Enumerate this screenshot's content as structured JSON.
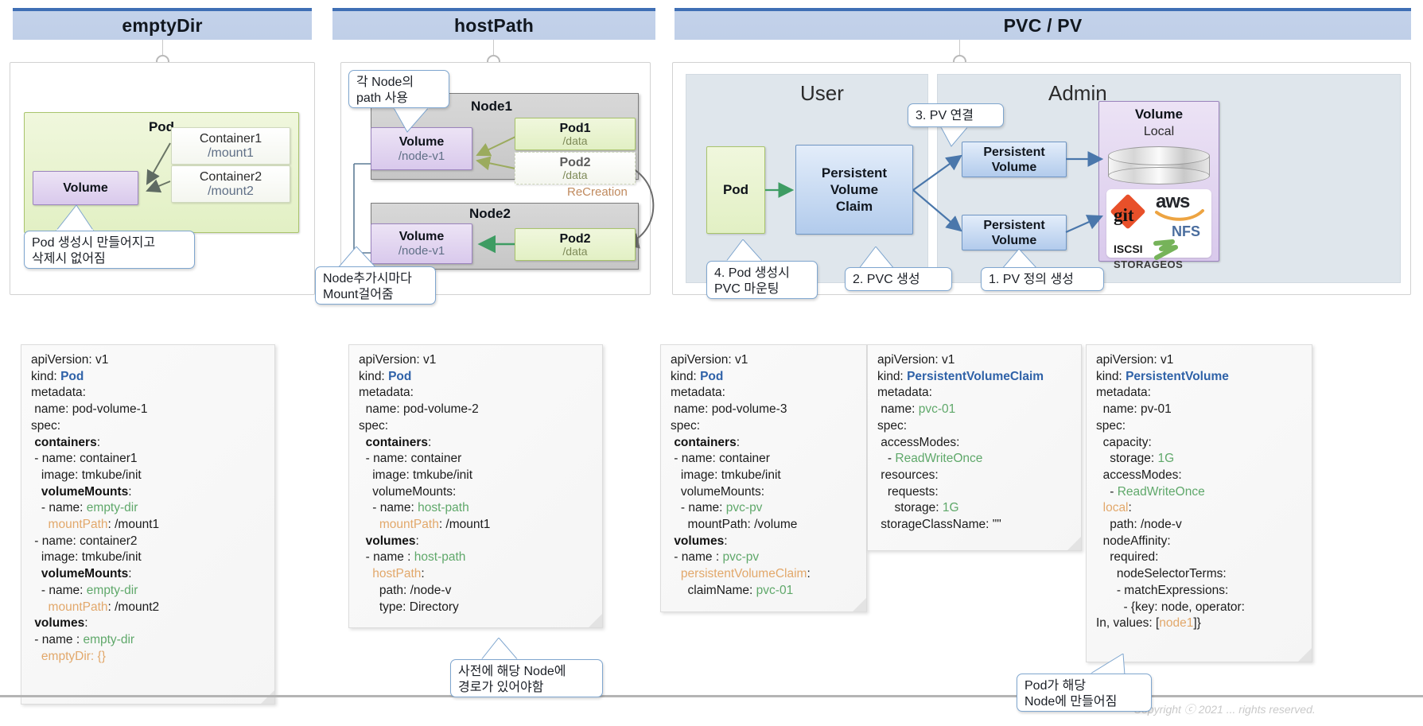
{
  "sections": [
    {
      "id": "emptydir",
      "title": "emptyDir"
    },
    {
      "id": "hostpath",
      "title": "hostPath"
    },
    {
      "id": "pvcpv",
      "title": "PVC / PV"
    }
  ],
  "emptydir": {
    "pod_label": "Pod",
    "volume_label": "Volume",
    "containers": [
      {
        "name": "Container1",
        "path": "/mount1"
      },
      {
        "name": "Container2",
        "path": "/mount2"
      }
    ],
    "callout": "Pod 생성시 만들어지고\n삭제시 없어짐"
  },
  "hostpath": {
    "callout_top": "각 Node의\npath 사용",
    "callout_bottom": "Node추가시마다\nMount걸어줌",
    "recreation_label": "ReCreation",
    "nodes": [
      {
        "name": "Node1",
        "volume_label": "Volume",
        "volume_path": "/node-v1",
        "pods": [
          {
            "name": "Pod1",
            "path": "/data",
            "style": "green"
          },
          {
            "name": "Pod2",
            "path": "/data",
            "style": "white"
          }
        ]
      },
      {
        "name": "Node2",
        "volume_label": "Volume",
        "volume_path": "/node-v1",
        "pods": [
          {
            "name": "Pod2",
            "path": "/data",
            "style": "green"
          }
        ]
      }
    ]
  },
  "pvcpv": {
    "zones": [
      {
        "label": "User"
      },
      {
        "label": "Admin"
      }
    ],
    "pod_label": "Pod",
    "pvc_label": "Persistent\nVolume\nClaim",
    "pv_labels": [
      "Persistent\nVolume",
      "Persistent\nVolume"
    ],
    "storage": {
      "title": "Volume",
      "subtitle": "Local",
      "logos": [
        "git",
        "aws",
        "NFS",
        "ISCSI",
        "STORAGEOS"
      ]
    },
    "callouts": [
      {
        "id": "step3",
        "text": "3. PV 연결"
      },
      {
        "id": "step4",
        "text": "4. Pod 생성시\nPVC 마운팅"
      },
      {
        "id": "step2",
        "text": "2. PVC 생성"
      },
      {
        "id": "step1",
        "text": "1. PV 정의 생성"
      }
    ]
  },
  "yaml_cards": [
    {
      "id": "pod-volume-1",
      "lines": [
        [
          {
            "t": "apiVersion: v1"
          }
        ],
        [
          {
            "t": "kind: "
          },
          {
            "t": "Pod",
            "c": "k-blue"
          }
        ],
        [
          {
            "t": "metadata:"
          }
        ],
        [
          {
            "t": " name: pod-volume-1"
          }
        ],
        [
          {
            "t": "spec:"
          }
        ],
        [
          {
            "t": " "
          },
          {
            "t": "containers",
            "c": "k-bold"
          },
          {
            "t": ":"
          }
        ],
        [
          {
            "t": " - name: container1"
          }
        ],
        [
          {
            "t": "   image: tmkube/init"
          }
        ],
        [
          {
            "t": "   "
          },
          {
            "t": "volumeMounts",
            "c": "k-bold"
          },
          {
            "t": ":"
          }
        ],
        [
          {
            "t": "   - name: "
          },
          {
            "t": "empty-dir",
            "c": "k-green"
          }
        ],
        [
          {
            "t": "     "
          },
          {
            "t": "mountPath",
            "c": "k-orange"
          },
          {
            "t": ": /mount1"
          }
        ],
        [
          {
            "t": " - name: container2"
          }
        ],
        [
          {
            "t": "   image: tmkube/init"
          }
        ],
        [
          {
            "t": "   "
          },
          {
            "t": "volumeMounts",
            "c": "k-bold"
          },
          {
            "t": ":"
          }
        ],
        [
          {
            "t": "   - name: "
          },
          {
            "t": "empty-dir",
            "c": "k-green"
          }
        ],
        [
          {
            "t": "     "
          },
          {
            "t": "mountPath",
            "c": "k-orange"
          },
          {
            "t": ": /mount2"
          }
        ],
        [
          {
            "t": " "
          },
          {
            "t": "volumes",
            "c": "k-bold"
          },
          {
            "t": ":"
          }
        ],
        [
          {
            "t": " - name : "
          },
          {
            "t": "empty-dir",
            "c": "k-green"
          }
        ],
        [
          {
            "t": "   "
          },
          {
            "t": "emptyDir: {}",
            "c": "k-orange"
          }
        ]
      ]
    },
    {
      "id": "pod-volume-2",
      "lines": [
        [
          {
            "t": "apiVersion: v1"
          }
        ],
        [
          {
            "t": "kind: "
          },
          {
            "t": "Pod",
            "c": "k-blue"
          }
        ],
        [
          {
            "t": "metadata:"
          }
        ],
        [
          {
            "t": "  name: pod-volume-2"
          }
        ],
        [
          {
            "t": "spec:"
          }
        ],
        [
          {
            "t": "  "
          },
          {
            "t": "containers",
            "c": "k-bold"
          },
          {
            "t": ":"
          }
        ],
        [
          {
            "t": "  - name: container"
          }
        ],
        [
          {
            "t": "    image: tmkube/init"
          }
        ],
        [
          {
            "t": "    volumeMounts:"
          }
        ],
        [
          {
            "t": "    - name: "
          },
          {
            "t": "host-path",
            "c": "k-green"
          }
        ],
        [
          {
            "t": "      "
          },
          {
            "t": "mountPath",
            "c": "k-orange"
          },
          {
            "t": ": /mount1"
          }
        ],
        [
          {
            "t": "  "
          },
          {
            "t": "volumes",
            "c": "k-bold"
          },
          {
            "t": ":"
          }
        ],
        [
          {
            "t": "  - name : "
          },
          {
            "t": "host-path",
            "c": "k-green"
          }
        ],
        [
          {
            "t": "    "
          },
          {
            "t": "hostPath",
            "c": "k-orange"
          },
          {
            "t": ":"
          }
        ],
        [
          {
            "t": "      path: /node-v"
          }
        ],
        [
          {
            "t": "      type: Directory"
          }
        ]
      ]
    },
    {
      "id": "pod-volume-3",
      "lines": [
        [
          {
            "t": "apiVersion: v1"
          }
        ],
        [
          {
            "t": "kind: "
          },
          {
            "t": "Pod",
            "c": "k-blue"
          }
        ],
        [
          {
            "t": "metadata:"
          }
        ],
        [
          {
            "t": " name: pod-volume-3"
          }
        ],
        [
          {
            "t": "spec:"
          }
        ],
        [
          {
            "t": " "
          },
          {
            "t": "containers",
            "c": "k-bold"
          },
          {
            "t": ":"
          }
        ],
        [
          {
            "t": " - name: container"
          }
        ],
        [
          {
            "t": "   image: tmkube/init"
          }
        ],
        [
          {
            "t": "   volumeMounts:"
          }
        ],
        [
          {
            "t": "   - name: "
          },
          {
            "t": "pvc-pv",
            "c": "k-green"
          }
        ],
        [
          {
            "t": "     mountPath: /volume"
          }
        ],
        [
          {
            "t": " "
          },
          {
            "t": "volumes",
            "c": "k-bold"
          },
          {
            "t": ":"
          }
        ],
        [
          {
            "t": " - name : "
          },
          {
            "t": "pvc-pv",
            "c": "k-green"
          }
        ],
        [
          {
            "t": "   "
          },
          {
            "t": "persistentVolumeClaim",
            "c": "k-orange"
          },
          {
            "t": ":"
          }
        ],
        [
          {
            "t": "     claimName: "
          },
          {
            "t": "pvc-01",
            "c": "k-green"
          }
        ]
      ]
    },
    {
      "id": "pvc-01",
      "lines": [
        [
          {
            "t": "apiVersion: v1"
          }
        ],
        [
          {
            "t": "kind: "
          },
          {
            "t": "PersistentVolumeClaim",
            "c": "k-blue"
          }
        ],
        [
          {
            "t": "metadata:"
          }
        ],
        [
          {
            "t": " name: "
          },
          {
            "t": "pvc-01",
            "c": "k-green"
          }
        ],
        [
          {
            "t": "spec:"
          }
        ],
        [
          {
            "t": " accessModes:"
          }
        ],
        [
          {
            "t": "   - "
          },
          {
            "t": "ReadWriteOnce",
            "c": "k-green"
          }
        ],
        [
          {
            "t": " resources:"
          }
        ],
        [
          {
            "t": "   requests:"
          }
        ],
        [
          {
            "t": "     storage: "
          },
          {
            "t": "1G",
            "c": "k-green"
          }
        ],
        [
          {
            "t": " storageClassName: \"\""
          }
        ]
      ]
    },
    {
      "id": "pv-01",
      "lines": [
        [
          {
            "t": "apiVersion: v1"
          }
        ],
        [
          {
            "t": "kind: "
          },
          {
            "t": "PersistentVolume",
            "c": "k-blue"
          }
        ],
        [
          {
            "t": "metadata:"
          }
        ],
        [
          {
            "t": "  name: pv-01"
          }
        ],
        [
          {
            "t": "spec:"
          }
        ],
        [
          {
            "t": "  capacity:"
          }
        ],
        [
          {
            "t": "    storage: "
          },
          {
            "t": "1G",
            "c": "k-green"
          }
        ],
        [
          {
            "t": "  accessModes:"
          }
        ],
        [
          {
            "t": "    - "
          },
          {
            "t": "ReadWriteOnce",
            "c": "k-green"
          }
        ],
        [
          {
            "t": "  "
          },
          {
            "t": "local",
            "c": "k-orange"
          },
          {
            "t": ":"
          }
        ],
        [
          {
            "t": "    path: /node-v"
          }
        ],
        [
          {
            "t": "  nodeAffinity:"
          }
        ],
        [
          {
            "t": "    required:"
          }
        ],
        [
          {
            "t": "      nodeSelectorTerms:"
          }
        ],
        [
          {
            "t": "      - matchExpressions:"
          }
        ],
        [
          {
            "t": "        - {key: node, operator:"
          }
        ],
        [
          {
            "t": "In, values: ["
          },
          {
            "t": "node1",
            "c": "k-orange"
          },
          {
            "t": "]}"
          }
        ]
      ]
    }
  ],
  "bottom_callouts": [
    {
      "id": "hostpath-note",
      "text": "사전에 해당 Node에\n경로가 있어야함"
    },
    {
      "id": "pv-note",
      "text": "Pod가 해당\nNode에 만들어짐"
    }
  ],
  "footer": {
    "copyright": "Copyright ⓒ 2021 ... rights reserved."
  },
  "colors": {
    "banner": "#c3d2ea",
    "banner_top": "#3f6fb5",
    "pod_green": "#e2f0c4",
    "volume_purple": "#d9c9ec",
    "pvc_blue": "#b2cbec",
    "recreation": "#c08a5e"
  }
}
